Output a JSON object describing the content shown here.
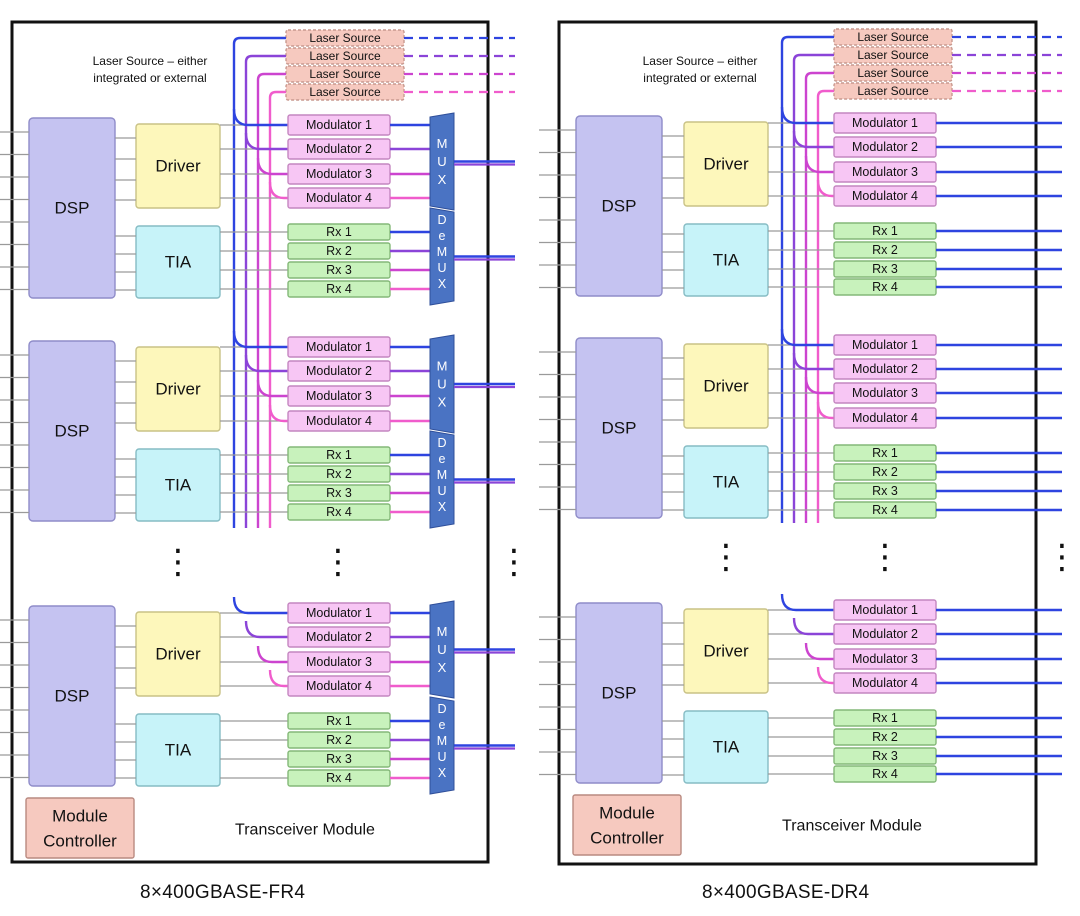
{
  "diagrams": [
    {
      "caption": "8×400GBASE-FR4",
      "laser_note": [
        "Laser Source – either",
        "integrated or external"
      ],
      "laser_label": "Laser Source",
      "dsp_label": "DSP",
      "driver_label": "Driver",
      "tia_label": "TIA",
      "modulators": [
        "Modulator 1",
        "Modulator 2",
        "Modulator 3",
        "Modulator 4"
      ],
      "receivers": [
        "Rx 1",
        "Rx 2",
        "Rx 3",
        "Rx 4"
      ],
      "mux_letters": [
        "M",
        "U",
        "X"
      ],
      "demux_letters": [
        "D",
        "e",
        "M",
        "U",
        "X"
      ],
      "controller_label": [
        "Module",
        "Controller"
      ],
      "module_label": "Transceiver Module",
      "has_mux": true
    },
    {
      "caption": "8×400GBASE-DR4",
      "laser_note": [
        "Laser Source – either",
        "integrated or external"
      ],
      "laser_label": "Laser Source",
      "dsp_label": "DSP",
      "driver_label": "Driver",
      "tia_label": "TIA",
      "modulators": [
        "Modulator 1",
        "Modulator 2",
        "Modulator 3",
        "Modulator 4"
      ],
      "receivers": [
        "Rx 1",
        "Rx 2",
        "Rx 3",
        "Rx 4"
      ],
      "controller_label": [
        "Module",
        "Controller"
      ],
      "module_label": "Transceiver Module",
      "has_mux": false
    }
  ],
  "ellipsis": "⋮",
  "colors": {
    "dsp": "#c5c3f1",
    "driver": "#fdf7bb",
    "tia": "#c7f3f9",
    "modulator": "#f7c6f4",
    "rx": "#c8f2bc",
    "laser": "#f6c9bf",
    "controller": "#f6c9bf",
    "mux": "#4a73c3",
    "wire_blue": "#2e44e0",
    "wire_violet": "#8b44d8",
    "wire_magenta": "#cc44cf",
    "wire_pink": "#f05ccc"
  }
}
